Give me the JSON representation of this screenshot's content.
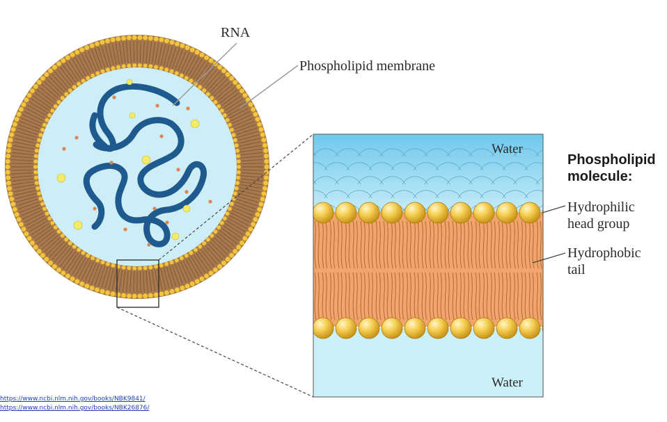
{
  "labels": {
    "rna": "RNA",
    "membrane": "Phospholipid membrane",
    "water_top": "Water",
    "water_bottom": "Water",
    "molecule_title_line1": "Phospholipid",
    "molecule_title_line2": "molecule:",
    "head_line1": "Hydrophilic",
    "head_line2": "head group",
    "tail_line1": "Hydrophobic",
    "tail_line2": "tail"
  },
  "sources": [
    "https://www.ncbi.nlm.nih.gov/books/NBK9841/",
    "https://www.ncbi.nlm.nih.gov/books/NBK26876/"
  ],
  "colors": {
    "membrane_brown": "#a8784e",
    "membrane_dark": "#7d5634",
    "head_yellow": "#f2c440",
    "interior_blue": "#cdeef7",
    "rna_blue": "#1f5a8e",
    "tail_orange": "#f0a56c",
    "water_top": "#8ed4ef",
    "water_bottom": "#ccf0f8"
  }
}
